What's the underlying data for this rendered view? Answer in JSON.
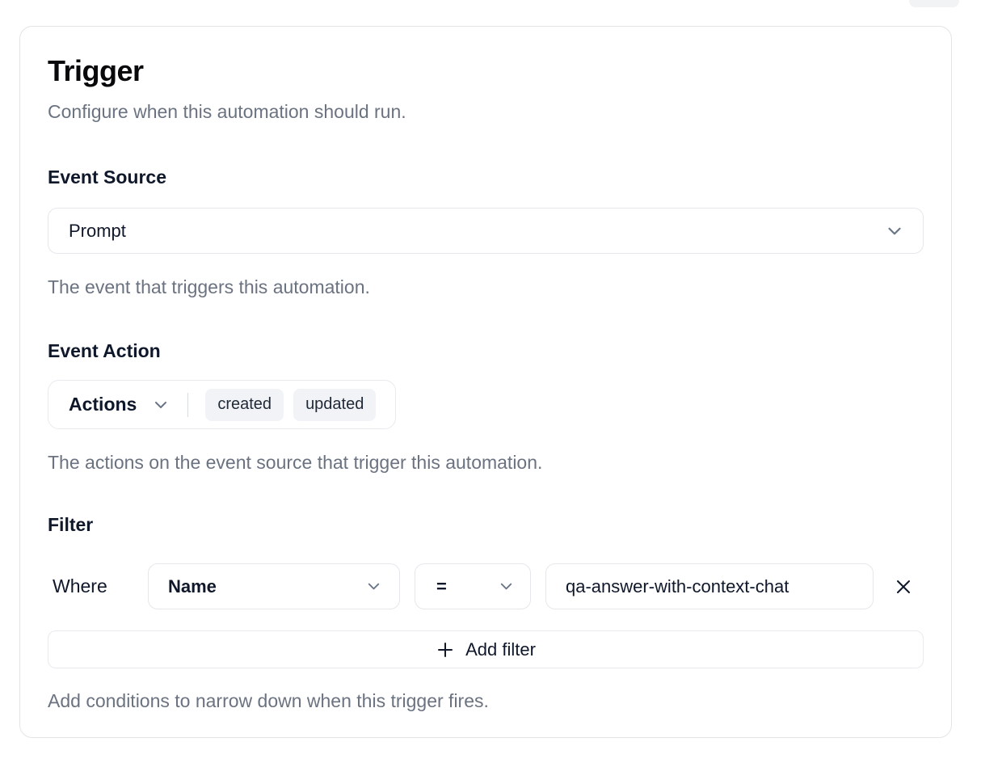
{
  "card": {
    "title": "Trigger",
    "subtitle": "Configure when this automation should run."
  },
  "event_source": {
    "label": "Event Source",
    "selected": "Prompt",
    "help": "The event that triggers this automation.",
    "dropdown_icon": "chevron-down-icon"
  },
  "event_action": {
    "label": "Event Action",
    "dropdown_label": "Actions",
    "dropdown_icon": "chevron-down-icon",
    "tags": [
      "created",
      "updated"
    ],
    "help": "The actions on the event source that trigger this automation."
  },
  "filter": {
    "label": "Filter",
    "where_label": "Where",
    "field_selected": "Name",
    "operator_selected": "=",
    "value": "qa-answer-with-context-chat",
    "remove_icon": "x-icon",
    "add_icon": "plus-icon",
    "add_button_label": "Add filter",
    "help": "Add conditions to narrow down when this trigger fires."
  },
  "colors": {
    "card_border": "#e4e4e7",
    "control_border": "#e5e7eb",
    "text_dark": "#0f172a",
    "text_muted": "#6b7280",
    "tag_bg": "#f1f3f7",
    "chevron": "#697586"
  }
}
